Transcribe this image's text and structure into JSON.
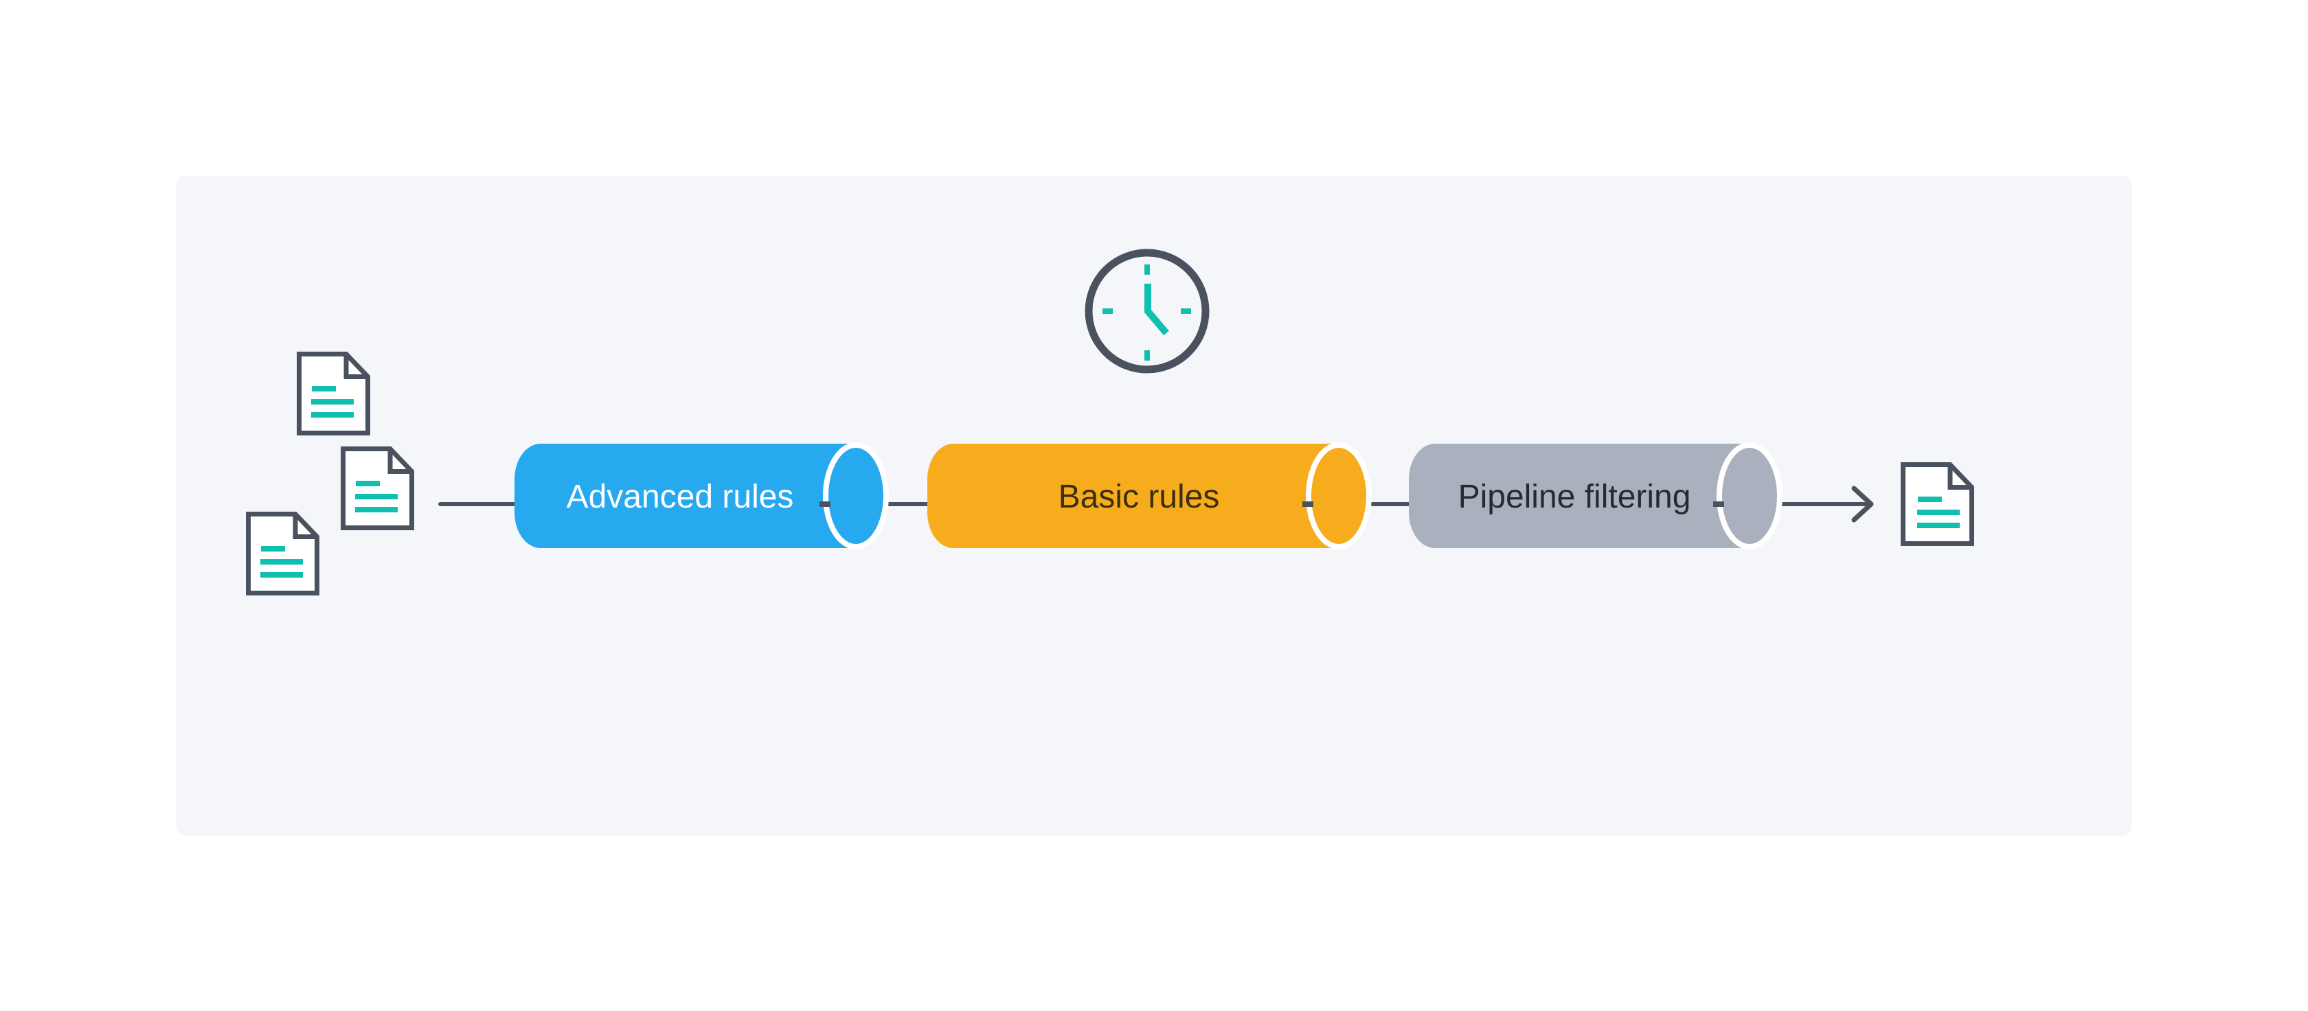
{
  "diagram": {
    "stages": [
      {
        "label": "Advanced rules",
        "shape": "cylinder"
      },
      {
        "label": "Basic rules",
        "shape": "cylinder"
      },
      {
        "label": "Pipeline filtering",
        "shape": "cylinder"
      }
    ],
    "icons": {
      "clock": "clock-icon",
      "input_documents": [
        "document-icon",
        "document-icon",
        "document-icon"
      ],
      "output_document": "document-icon",
      "arrow": "arrow-right-icon"
    }
  },
  "colors": {
    "panel": "#F4F6F9",
    "outline": "#4A515F",
    "teal": "#0FBFAF",
    "gap": "#FFFFFF",
    "doc": "#FFFFFF",
    "stage1": "#27A9F0",
    "stage2": "#F7AC1E",
    "stage3": "#A9B1BF",
    "text1": "#FFFFFF",
    "text2": "#3A2F0B",
    "text3": "#262B33"
  }
}
